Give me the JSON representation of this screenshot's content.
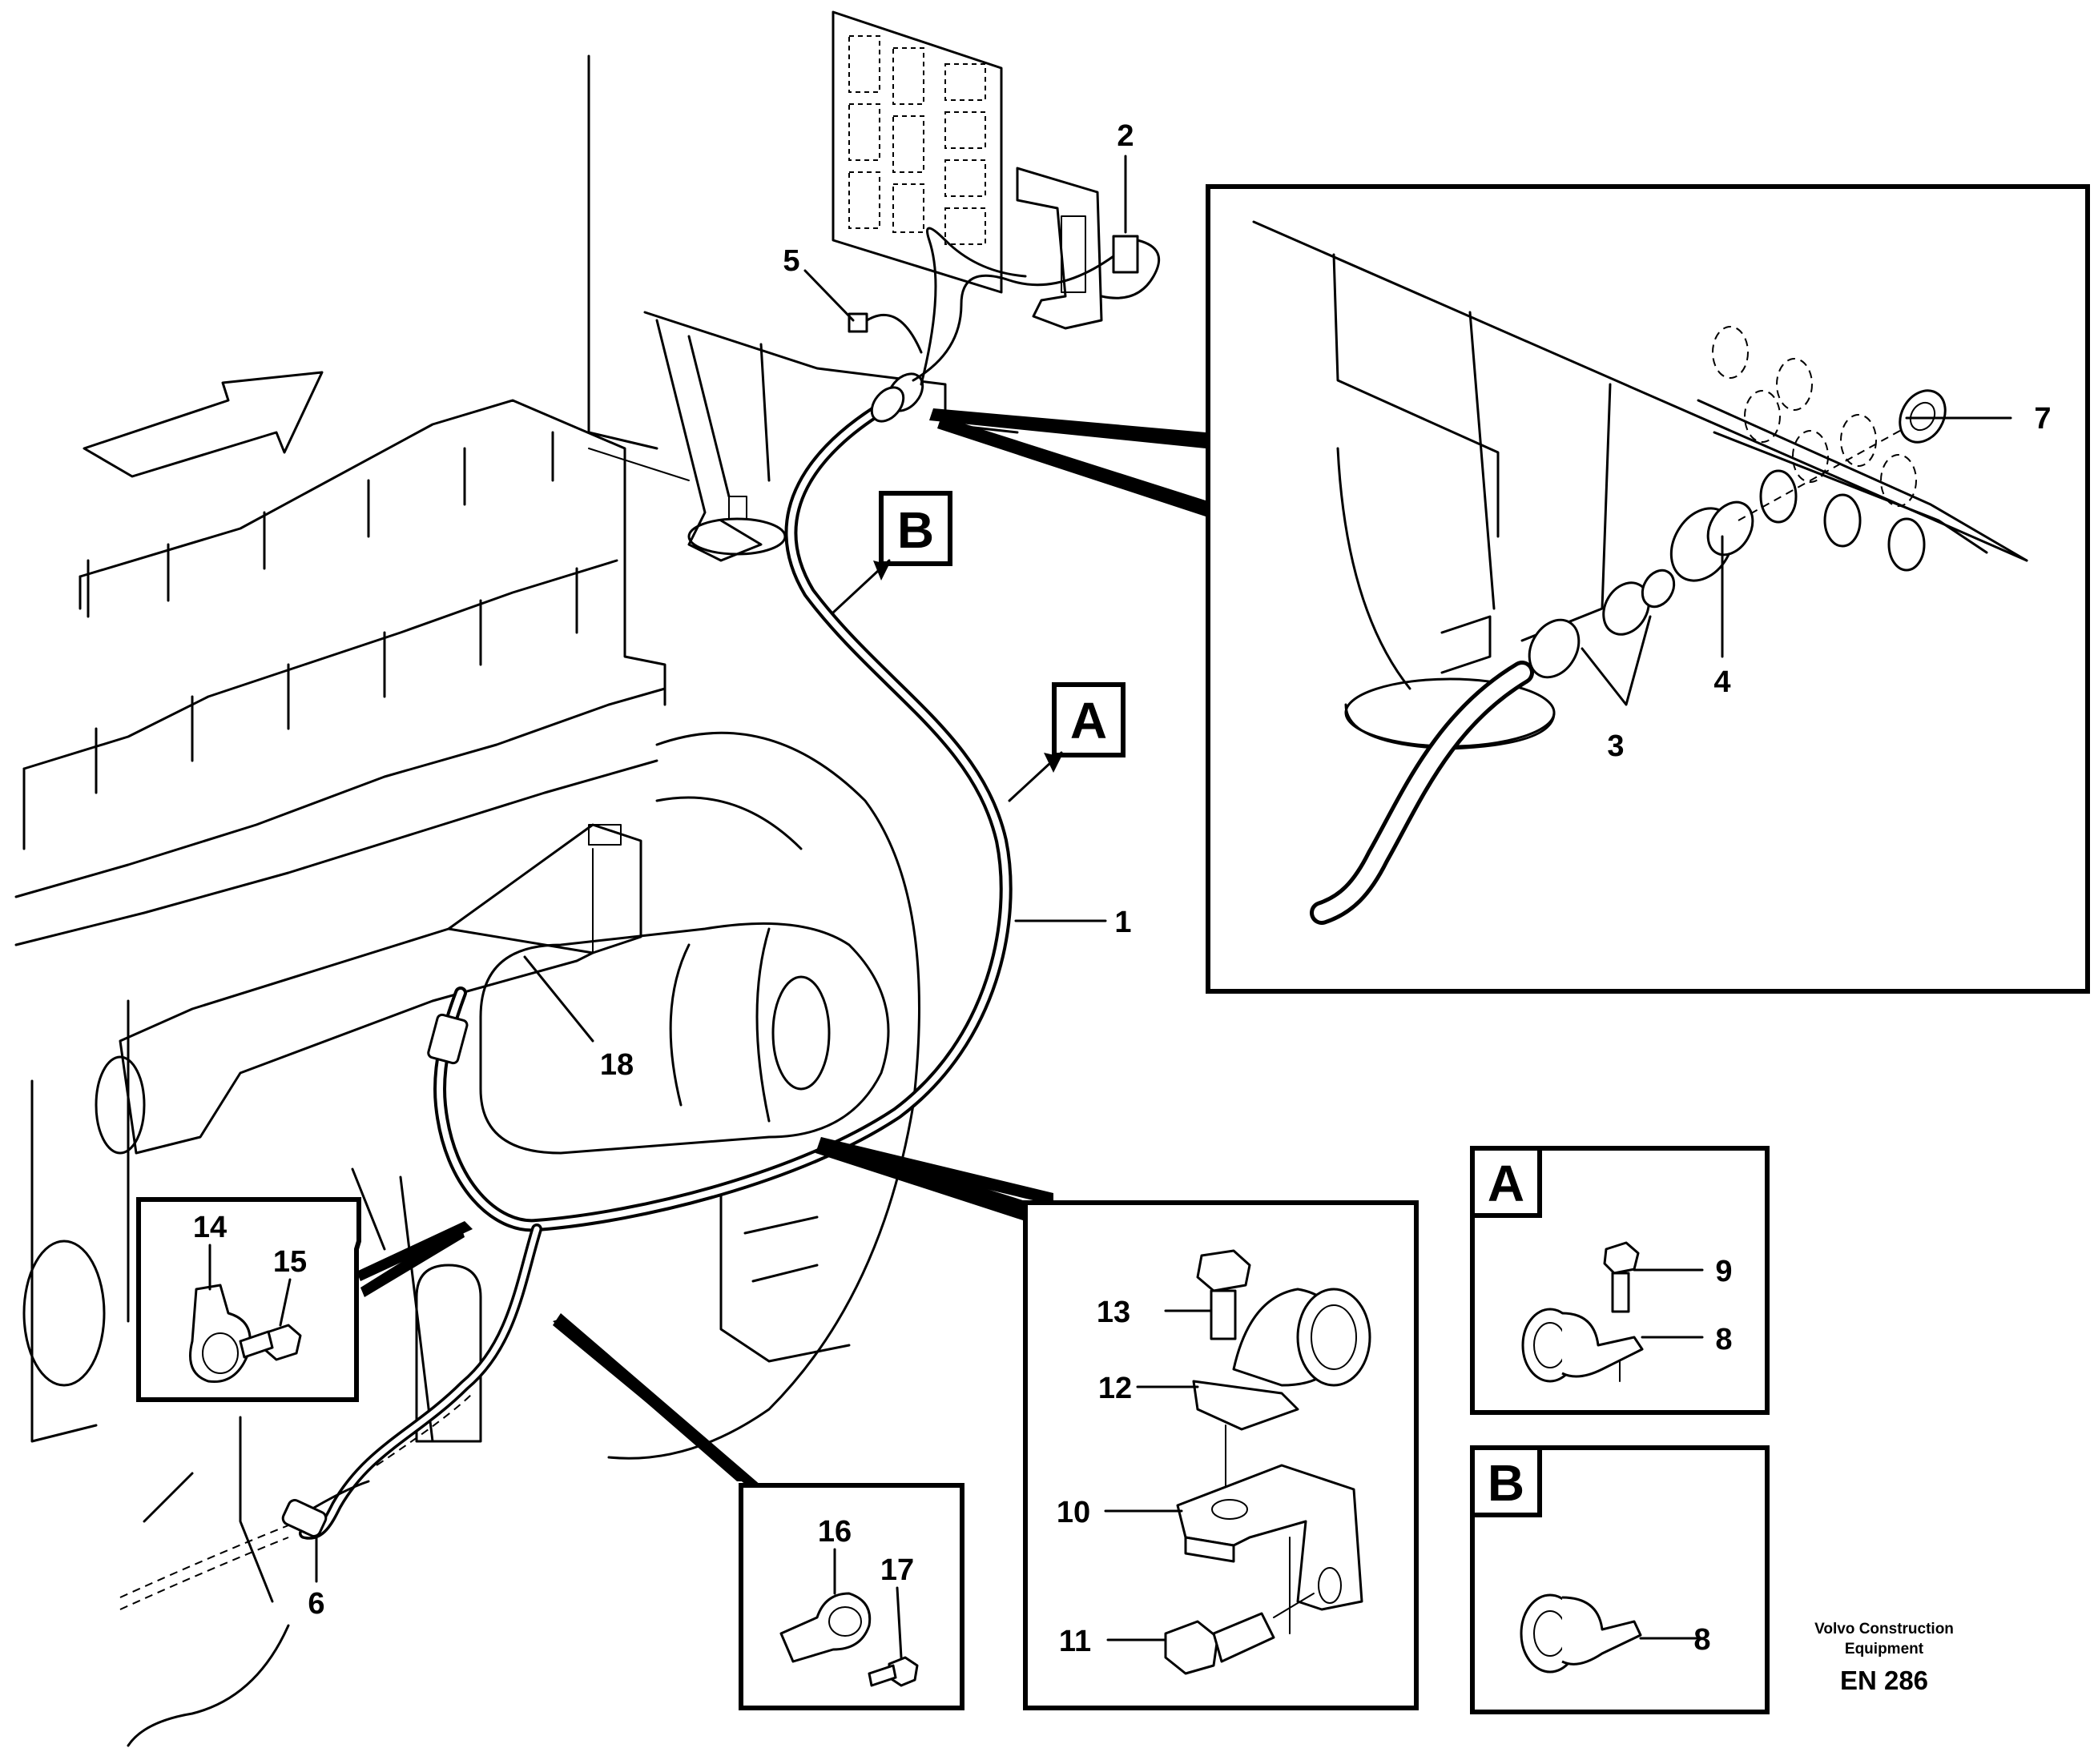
{
  "callouts": {
    "c1": "1",
    "c2": "2",
    "c3": "3",
    "c4": "4",
    "c5": "5",
    "c6": "6",
    "c7": "7",
    "c8a": "8",
    "c8b": "8",
    "c9": "9",
    "c10": "10",
    "c11": "11",
    "c12": "12",
    "c13": "13",
    "c14": "14",
    "c15": "15",
    "c16": "16",
    "c17": "17",
    "c18": "18"
  },
  "views": {
    "a_tag": "A",
    "b_tag": "B",
    "a_box": "A",
    "b_box": "B"
  },
  "footer": {
    "company_line1": "Volvo Construction",
    "company_line2": "Equipment",
    "code": "EN 286"
  }
}
